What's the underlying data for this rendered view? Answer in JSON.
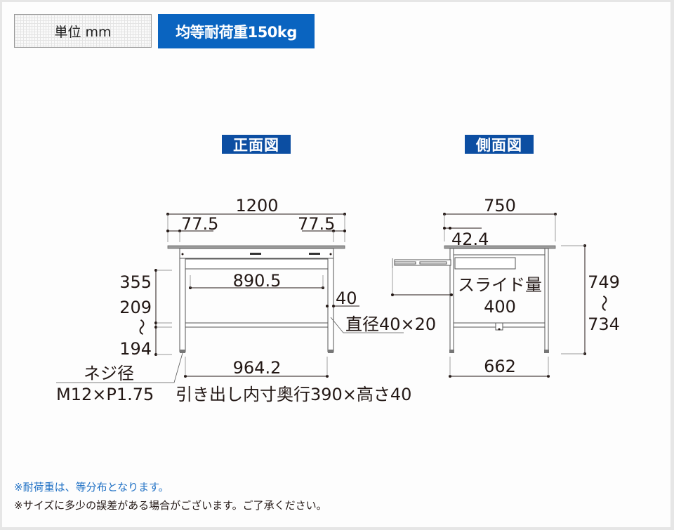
{
  "header": {
    "unit_label": "単位 mm",
    "load_label": "均等耐荷重150kg"
  },
  "colors": {
    "load_badge": "#0a64c0",
    "view_label": "#0c4ea2",
    "note_highlight": "#1d6fc4",
    "line": "#231815"
  },
  "front_view": {
    "title": "正面図",
    "dimensions": {
      "overall_width": "1200",
      "left_overhang": "77.5",
      "right_overhang": "77.5",
      "drawer_inner_width": "890.5",
      "leg_span": "964.2",
      "height_to_apron": "355",
      "height_shelf_max": "209",
      "height_range_sep": "〜",
      "height_shelf_min": "194",
      "leg_size": "40",
      "pipe_size": "直径40×20"
    },
    "notes": {
      "adjuster_line1": "ネジ径",
      "adjuster_line2": "M12×P1.75",
      "drawer_inner": "引き出し内寸奥行390×高さ40"
    }
  },
  "side_view": {
    "title": "側面図",
    "dimensions": {
      "overall_depth": "750",
      "front_overhang": "42.4",
      "slide_label": "スライド量",
      "slide_amount": "400",
      "leg_span": "662",
      "height_max": "749",
      "height_range_sep": "〜",
      "height_min": "734"
    }
  },
  "footnotes": [
    "※耐荷重は、等分布となります。",
    "※サイズに多少の誤差がある場合がございます。ご了承ください。"
  ]
}
